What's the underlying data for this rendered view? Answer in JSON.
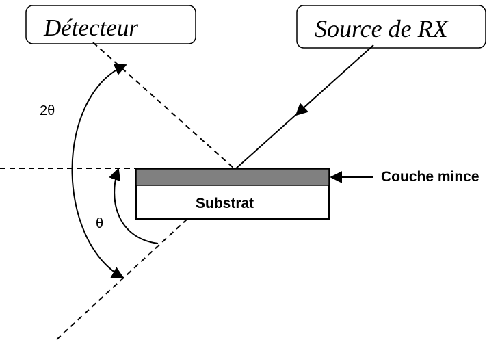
{
  "labels": {
    "detector": "Détecteur",
    "source": "Source de RX",
    "thin_layer": "Couche mince",
    "substrate": "Substrat",
    "two_theta": "2θ",
    "theta": "θ"
  },
  "colors": {
    "line": "#000000",
    "thin_layer_fill": "#808080",
    "background": "#ffffff"
  },
  "icons": {
    "arrowheads": "arrow-head-icon"
  }
}
